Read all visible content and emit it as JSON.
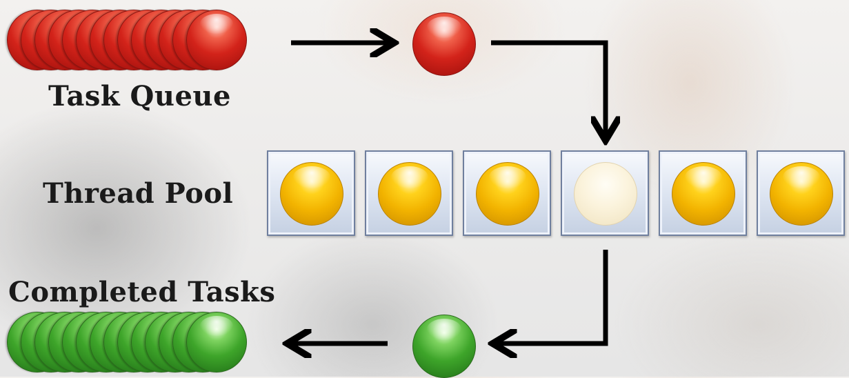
{
  "labels": {
    "task_queue": "Task Queue",
    "thread_pool": "Thread Pool",
    "completed_tasks": "Completed Tasks"
  },
  "task_queue": {
    "count": 14,
    "color": "#d3231a"
  },
  "completed_tasks": {
    "count": 14,
    "color": "#3ea52a"
  },
  "thread_pool": {
    "threads": [
      {
        "state": "busy"
      },
      {
        "state": "busy"
      },
      {
        "state": "busy"
      },
      {
        "state": "idle"
      },
      {
        "state": "busy"
      },
      {
        "state": "busy"
      }
    ],
    "busy_color": "#f2b300",
    "idle_color": "#fbf3dc"
  },
  "arrow_color": "#000000"
}
